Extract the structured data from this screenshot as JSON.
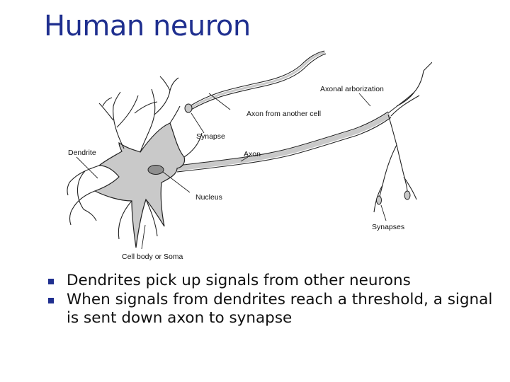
{
  "title": "Human neuron",
  "figure": {
    "labels": {
      "axonal_arborization": "Axonal arborization",
      "axon_from_another_cell": "Axon from another cell",
      "synapse": "Synapse",
      "dendrite": "Dendrite",
      "axon": "Axon",
      "nucleus": "Nucleus",
      "synapses": "Synapses",
      "cell_body": "Cell body or Soma"
    }
  },
  "bullets": [
    "Dendrites pick up signals from other neurons",
    "When signals from dendrites reach a threshold, a signal is sent down axon to synapse"
  ],
  "colors": {
    "title": "#1f2f8f",
    "bullet_marker": "#1f2f8f",
    "cell_fill": "#c9c9c9"
  }
}
